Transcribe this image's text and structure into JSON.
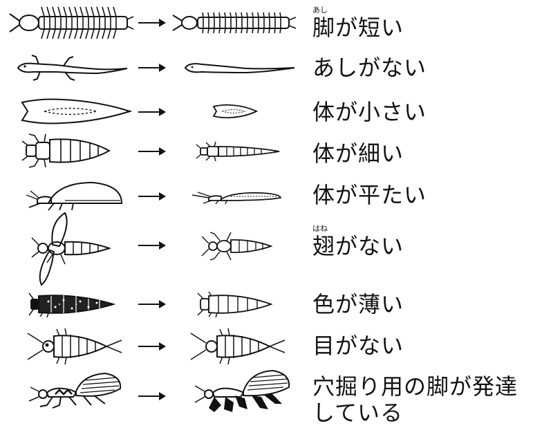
{
  "rows": [
    {
      "id": "short-legs",
      "kanji": "脚",
      "ruby": "あし",
      "text": "が短い"
    },
    {
      "id": "no-legs",
      "label": "あしがない"
    },
    {
      "id": "small-body",
      "label": "体が小さい"
    },
    {
      "id": "thin-body",
      "label": "体が細い"
    },
    {
      "id": "flat-body",
      "label": "体が平たい"
    },
    {
      "id": "no-wings",
      "kanji": "翅",
      "ruby": "はね",
      "text": "がない"
    },
    {
      "id": "pale-color",
      "label": "色が薄い"
    },
    {
      "id": "no-eyes",
      "label": "目がない"
    },
    {
      "id": "digging-legs",
      "label": "穴掘り用の脚が発達している"
    }
  ],
  "icons": {
    "arrow": "right-arrow-icon"
  }
}
